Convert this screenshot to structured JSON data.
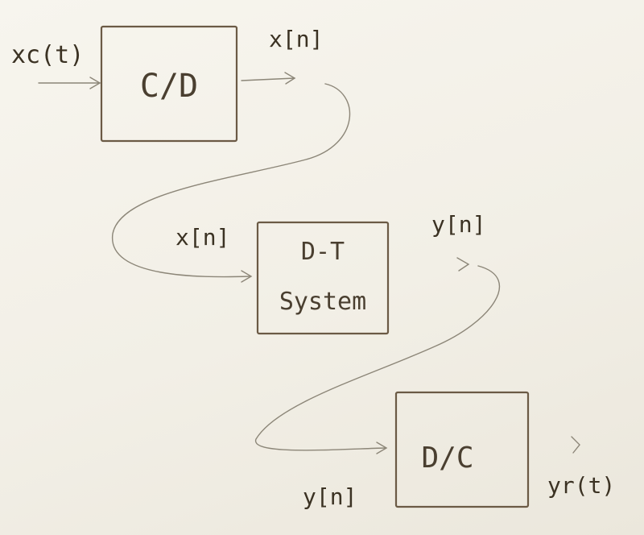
{
  "blocks": {
    "cd": {
      "label": "C/D"
    },
    "dt": {
      "line1": "D-T",
      "line2": "System"
    },
    "dc": {
      "label": "D/C"
    }
  },
  "signals": {
    "xc_input": "xc(t)",
    "x_n_top": "x[n]",
    "x_n_mid": "x[n]",
    "y_n_mid": "y[n]",
    "y_n_bottom": "y[n]",
    "yr_output": "yr(t)"
  },
  "colors": {
    "ink": "#3b3223",
    "box_stroke": "#6b5a45",
    "wire": "#8c8678",
    "paper": "#f4f1e9"
  }
}
